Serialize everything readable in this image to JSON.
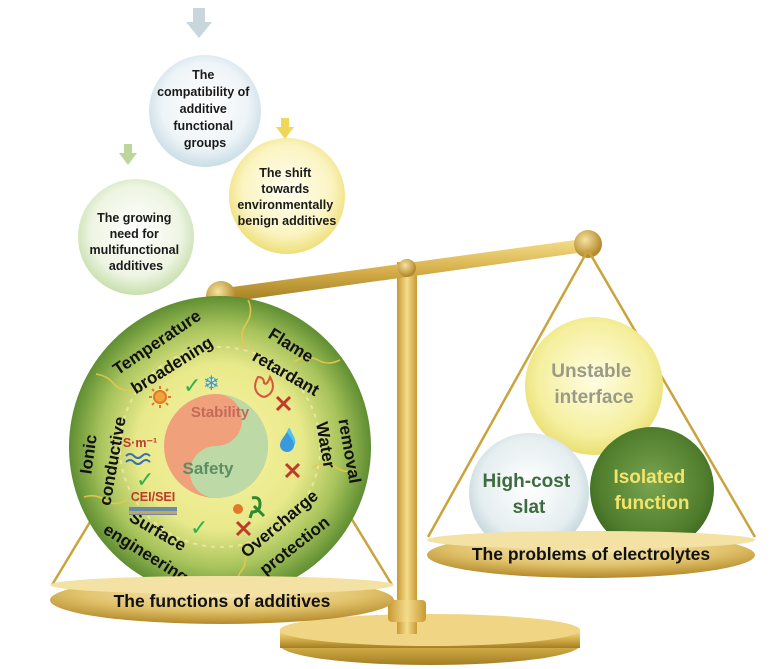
{
  "bubbles": {
    "top": [
      "The",
      "compatibility of",
      "additive",
      "functional",
      "groups"
    ],
    "right": [
      "The shift",
      "towards",
      "environmentally",
      "benign additives"
    ],
    "left": [
      "The growing",
      "need for",
      "multifunctional",
      "additives"
    ]
  },
  "disc": {
    "sectors": {
      "temperature": [
        "Temperature",
        "broadening"
      ],
      "flame": [
        "Flame",
        "retardant"
      ],
      "water": [
        "Water",
        "removal"
      ],
      "overcharge": [
        "Overcharge",
        "protection"
      ],
      "surface": [
        "Surface",
        "engineering"
      ],
      "ionic": [
        "Ionic",
        "conductive"
      ]
    },
    "center": {
      "stability": "Stability",
      "safety": "Safety"
    },
    "unit_label": "S·m⁻¹",
    "interface_label": "CEI/SEI"
  },
  "left_pan_label": "The functions of additives",
  "right_pan_label": "The problems of electrolytes",
  "problems": {
    "unstable": [
      "Unstable",
      "interface"
    ],
    "highcost": [
      "High-cost",
      "slat"
    ],
    "isolated": [
      "Isolated",
      "function"
    ]
  },
  "colors": {
    "gold": "#d4b04a",
    "disc_green": "#6f9a3a",
    "check": "#2db34a",
    "cross": "#c0392b",
    "orange": "#f0a07a",
    "mint": "#bcd9a6"
  }
}
